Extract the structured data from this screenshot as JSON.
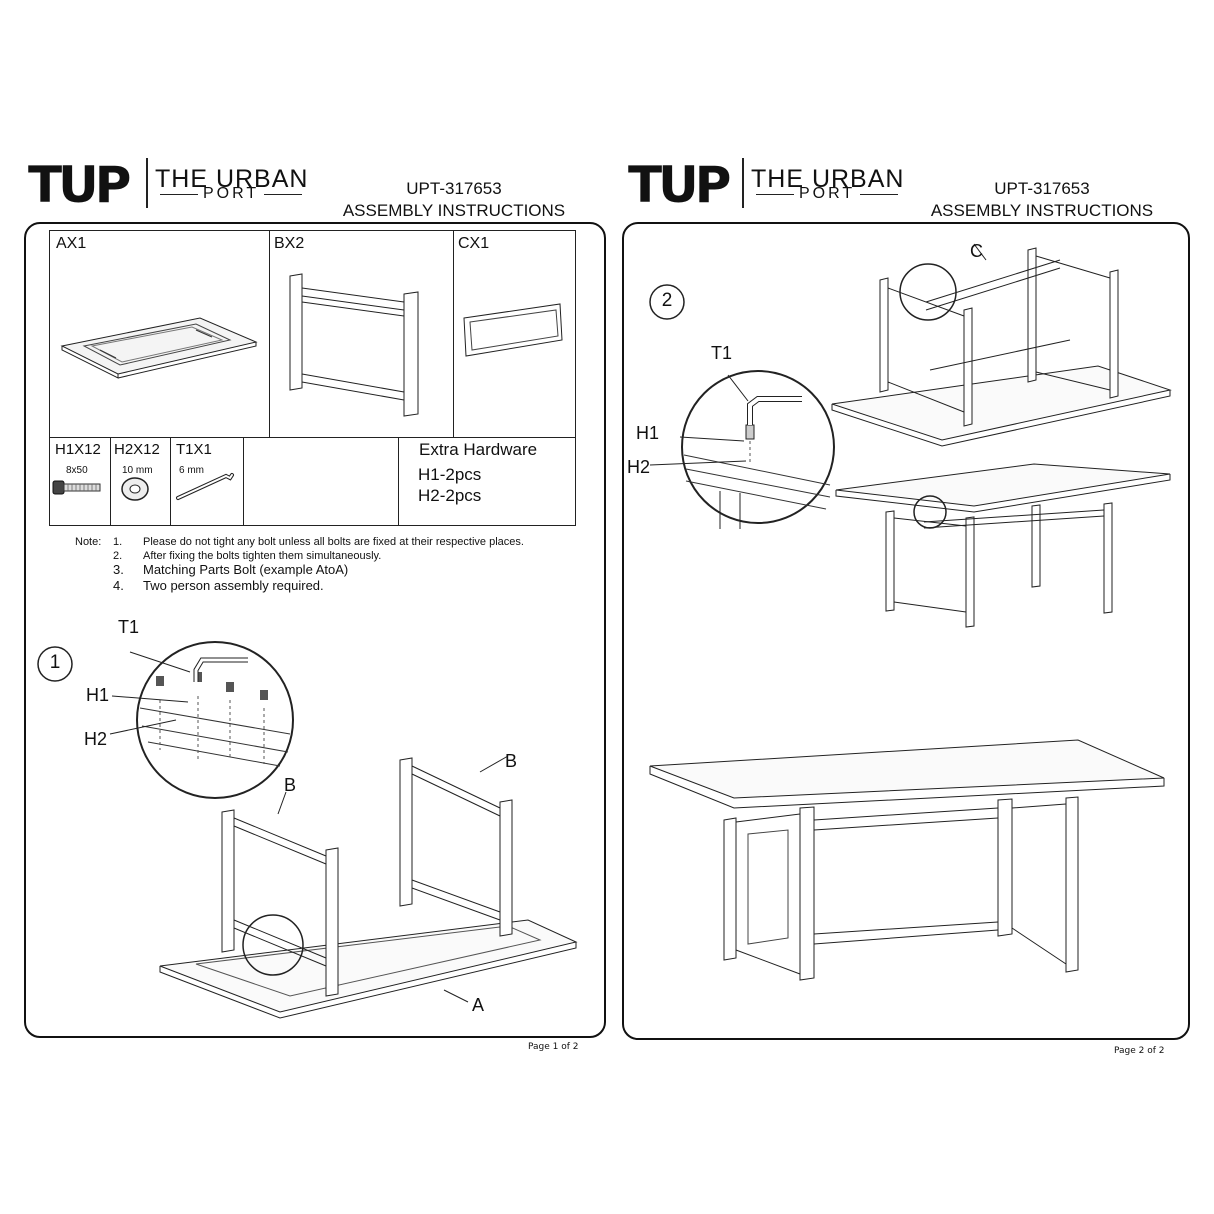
{
  "logo": {
    "mark": "TUP",
    "brand": "THE URBAN",
    "sub": "PORT"
  },
  "header": {
    "model": "UPT-317653",
    "title": "ASSEMBLY INSTRUCTIONS"
  },
  "page1": {
    "parts": [
      {
        "label": "AX1"
      },
      {
        "label": "BX2"
      },
      {
        "label": "CX1"
      }
    ],
    "hardware": [
      {
        "label": "H1X12",
        "size": "8x50"
      },
      {
        "label": "H2X12",
        "size": "10 mm"
      },
      {
        "label": "T1X1",
        "size": "6 mm"
      }
    ],
    "extra": {
      "title": "Extra Hardware",
      "items": [
        "H1-2pcs",
        "H2-2pcs"
      ]
    },
    "notes_label": "Note:",
    "notes": [
      {
        "num": "1.",
        "text": "Please do not tight any bolt unless all bolts are fixed at their respective places."
      },
      {
        "num": "2.",
        "text": "After fixing the bolts tighten them simultaneously."
      },
      {
        "num": "3.",
        "text": "Matching Parts Bolt (example AtoA)"
      },
      {
        "num": "4.",
        "text": "Two person assembly required."
      }
    ],
    "step": "1",
    "callouts": {
      "t1": "T1",
      "h1": "H1",
      "h2": "H2",
      "b_left": "B",
      "b_right": "B",
      "a": "A"
    },
    "footer": "Page 1 of 2"
  },
  "page2": {
    "step": "2",
    "callouts": {
      "c": "C",
      "t1": "T1",
      "h1": "H1",
      "h2": "H2"
    },
    "footer": "Page 2 of 2"
  }
}
